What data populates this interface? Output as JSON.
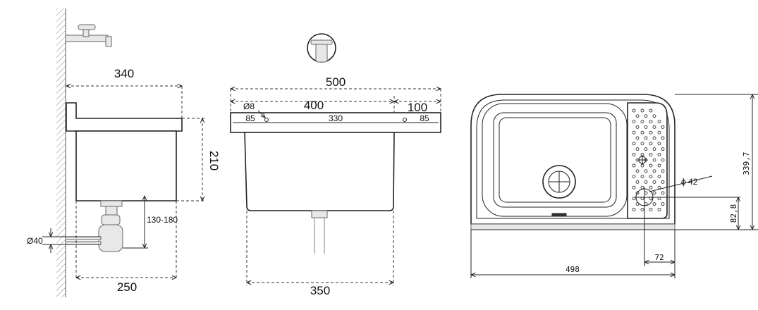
{
  "side_view": {
    "depth": "340",
    "height": "210",
    "drain_range": "130-180",
    "drain_diameter": "Ø40",
    "bottom_width": "250"
  },
  "front_view": {
    "total_width": "500",
    "bowl_width": "400",
    "deck_width": "100",
    "hole_diameter": "Ø8",
    "left_offset": "85",
    "hole_spacing": "330",
    "right_offset": "85",
    "bottom_width": "350"
  },
  "top_view": {
    "total_width": "498",
    "total_depth": "339,7",
    "drain_diameter": "ϕ 42",
    "drain_offset_y": "82,8",
    "drain_offset_x": "72"
  },
  "colors": {
    "line": "#222222",
    "fill": "#ffffff"
  }
}
